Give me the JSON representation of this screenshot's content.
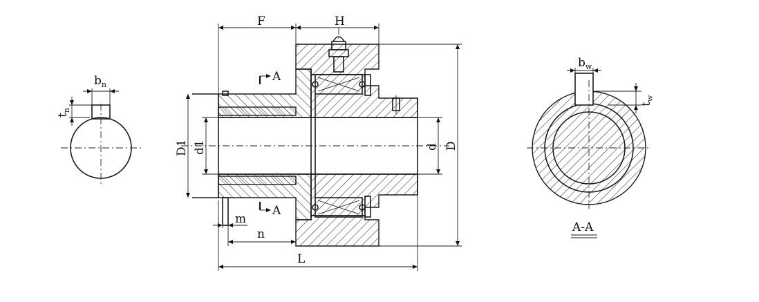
{
  "labels": {
    "F": "F",
    "H": "H",
    "L": "L",
    "D": "D",
    "d": "d",
    "D1": "D1",
    "d1": "d1",
    "m": "m",
    "n": "n",
    "section_top": "A",
    "section_bottom": "A",
    "section_view": "A-A",
    "bn_main": "b",
    "bn_sub": "n",
    "tn_main": "t",
    "tn_sub": "n",
    "bw_main": "b",
    "bw_sub": "w",
    "tw_main": "t",
    "tw_sub": "w"
  }
}
